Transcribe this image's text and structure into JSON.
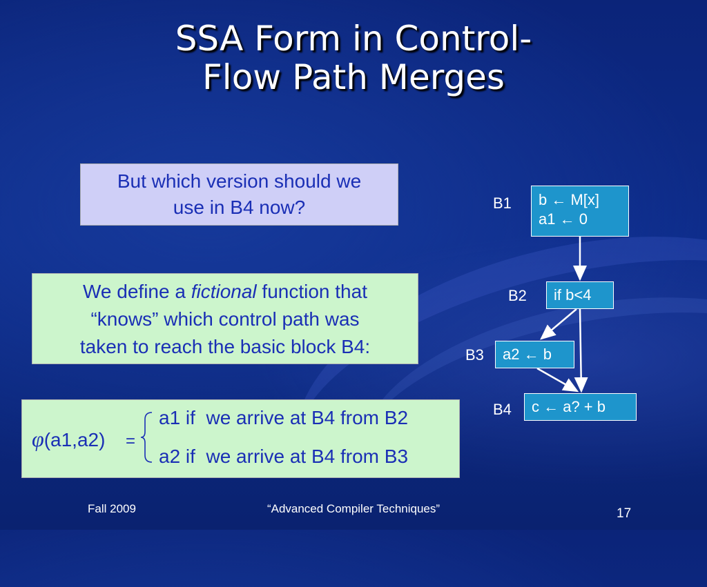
{
  "title": {
    "line1": "SSA Form in Control-",
    "line2": "Flow Path Merges"
  },
  "question": {
    "line1": "But  which version should we",
    "line2": "use in B4 now?"
  },
  "define": {
    "line1_pre": "We define a ",
    "line1_italic": "fictional",
    "line1_post": " function that",
    "line2": "“knows” which control path was",
    "line3": "taken to reach the basic block B4:"
  },
  "formula": {
    "phi": "φ",
    "args": "(a1,a2)",
    "equals": "=",
    "case1": "a1 if  we arrive at B4 from B2",
    "case2": "a2 if  we arrive at B4 from B3"
  },
  "cfg": {
    "b1": {
      "label": "B1",
      "line1": "b ← M[x]",
      "line2": "a1 ← 0"
    },
    "b2": {
      "label": "B2",
      "line1": "if b<4"
    },
    "b3": {
      "label": "B3",
      "line1": "a2 ← b"
    },
    "b4": {
      "label": "B4",
      "line1": "c ← a? + b"
    }
  },
  "footer": {
    "left": "Fall 2009",
    "center": "“Advanced Compiler Techniques”",
    "page": "17"
  },
  "colors": {
    "background": "#0e2d8c",
    "block_fill": "#1e95cc",
    "question_fill": "#cfcff7",
    "define_fill": "#ccf5cc",
    "box_text": "#1a2fb5"
  }
}
